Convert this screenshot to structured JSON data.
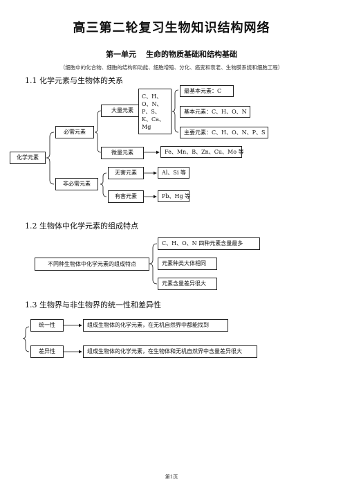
{
  "title": "高三第二轮复习生物知识结构网络",
  "unit": {
    "heading": "第一单元",
    "name": "生命的物质基础和结构基础",
    "subtitle": "（细胞中的化合物、细胞的结构和功能、细胞增殖、分化、癌变和衰老、生物膜系统和细胞工程）"
  },
  "section1": {
    "heading": "1.1 化学元素与生物体的关系",
    "root": "化学元素",
    "essential": "必需元素",
    "major": "大量元素",
    "major_list": [
      "C、H、",
      "O、N、",
      "P、S、",
      "K、Ca、",
      "Mg"
    ],
    "most_basic": "最基本元素：C",
    "basic": "基本元素：C、H、O、N",
    "main": "主要元素：C、H、O、N、P、S",
    "trace": "微量元素",
    "trace_list": "Fe、Mn、B、Zn、Cu、Mo 等",
    "nonessential": "非必需元素",
    "harmless": "无害元素",
    "harmless_list": "Al、Si 等",
    "harmful": "有害元素",
    "harmful_list": "Pb、Hg 等"
  },
  "section2": {
    "heading": "1.2 生物体中化学元素的组成特点",
    "root": "不同种生物体中化学元素的组成特点",
    "items": [
      "C、H、O、N 四种元素含量最多",
      "元素种类大体相同",
      "元素含量差异很大"
    ]
  },
  "section3": {
    "heading": "1.3 生物界与非生物界的统一性和差异性",
    "unity": "统一性",
    "unity_desc": "组成生物体的化学元素，在无机自然界中都能找到",
    "diff": "差异性",
    "diff_desc": "组成生物体的化学元素，在生物体和无机自然界中含量差异很大"
  },
  "footer": "第1页"
}
